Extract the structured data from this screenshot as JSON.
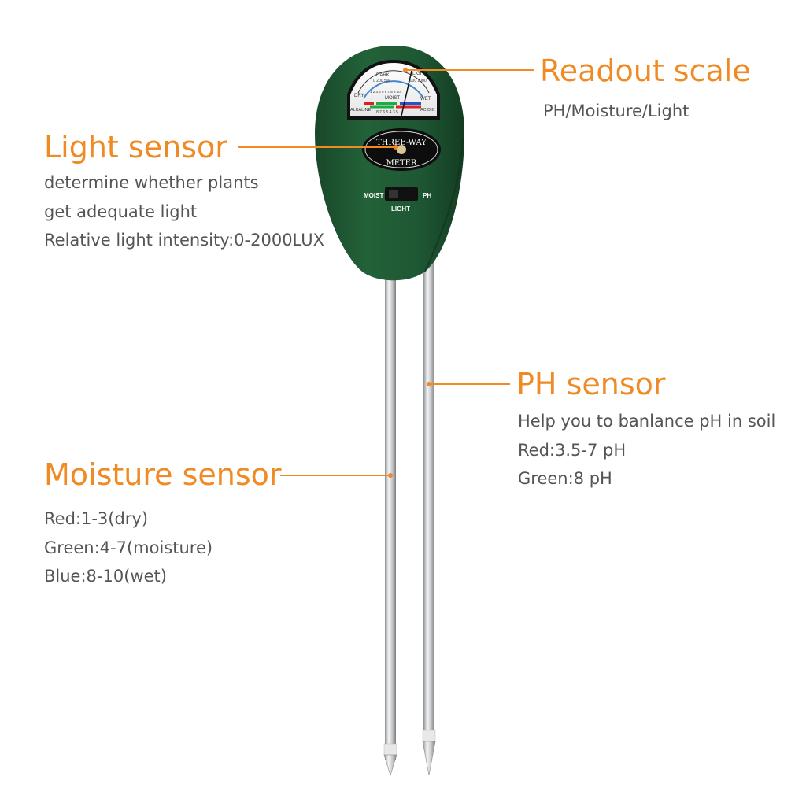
{
  "readout": {
    "title": "Readout scale",
    "lines": [
      "PH/Moisture/Light"
    ]
  },
  "light": {
    "title": "Light sensor",
    "lines": [
      "determine whether plants",
      "get adequate light",
      "Relative light intensity:0-2000LUX"
    ]
  },
  "ph": {
    "title": "PH sensor",
    "lines": [
      "Help you to banlance pH in soil",
      "Red:3.5-7 pH",
      "Green:8 pH"
    ]
  },
  "moisture": {
    "title": "Moisture sensor",
    "lines": [
      "Red:1-3(dry)",
      "Green:4-7(moisture)",
      "Blue:8-10(wet)"
    ]
  },
  "meter": {
    "face_top": "THREE-WAY",
    "face_bottom": "METER",
    "switch_moist": "MOIST",
    "switch_light": "LIGHT",
    "switch_ph": "PH",
    "dial_dark": "DARK",
    "dial_light": "LIGHT",
    "dial_dry": "DRY",
    "dial_moist": "MOIST",
    "dial_wet": "WET",
    "dial_alkaline": "ALKALINE",
    "dial_acidic": "ACIDIC",
    "dial_light_ticks": "0 200 500",
    "dial_light_ticks2": "1000 2000",
    "dial_moist_ticks": "1 2 3 4 5 6 7 8 9 10",
    "dial_ph_ticks": "8 7 6 5 4 3.5"
  },
  "colors": {
    "accent": "#f08a24",
    "body_text": "#555555",
    "meter_body": "#1f5a34",
    "probe": "#c7c9cb"
  }
}
